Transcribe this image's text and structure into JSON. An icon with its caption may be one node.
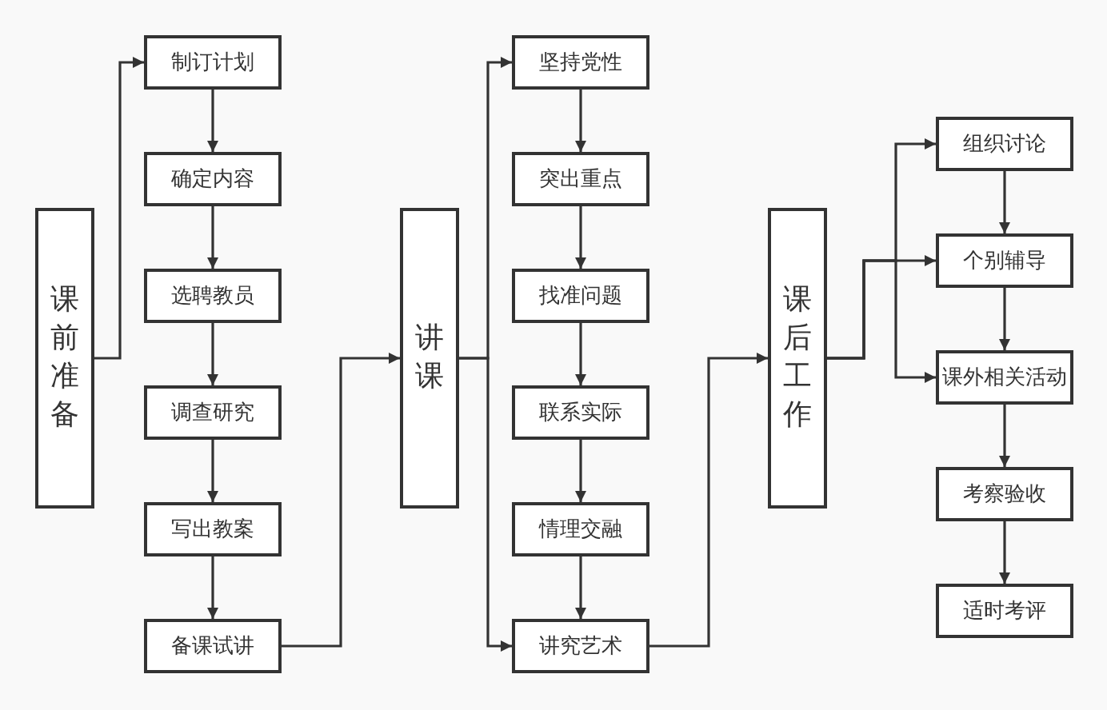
{
  "diagram": {
    "nodes": [
      {
        "text": [
          "课前准备"
        ]
      },
      {
        "text": [
          "制订计划"
        ]
      },
      {
        "text": [
          "确定内容"
        ]
      },
      {
        "text": [
          "选聘教员"
        ]
      },
      {
        "text": [
          "调查研究"
        ]
      },
      {
        "text": [
          "写出教案"
        ]
      },
      {
        "text": [
          "备课试讲"
        ]
      },
      {
        "text": [
          "讲课"
        ]
      },
      {
        "text": [
          "坚持党性"
        ]
      },
      {
        "text": [
          "突出重点"
        ]
      },
      {
        "text": [
          "找准问题"
        ]
      },
      {
        "text": [
          "联系实际"
        ]
      },
      {
        "text": [
          "情理交融"
        ]
      },
      {
        "text": [
          "讲究艺术"
        ]
      },
      {
        "text": [
          "课后工作"
        ]
      },
      {
        "text": [
          "组织讨论"
        ]
      },
      {
        "text": [
          "个别辅导"
        ]
      },
      {
        "text": [
          "课外相关活动"
        ]
      },
      {
        "text": [
          "考察验收"
        ]
      },
      {
        "text": [
          "适时考评"
        ]
      }
    ],
    "edges": [
      {
        "from": 0,
        "to": 1,
        "arrow": "to"
      },
      {
        "from": 1,
        "to": 2,
        "arrow": "to"
      },
      {
        "from": 2,
        "to": 3,
        "arrow": "to"
      },
      {
        "from": 3,
        "to": 4,
        "arrow": "to"
      },
      {
        "from": 4,
        "to": 5,
        "arrow": "to"
      },
      {
        "from": 5,
        "to": 6,
        "arrow": "to"
      },
      {
        "from": 6,
        "to": 7,
        "arrow": "to"
      },
      {
        "from": 7,
        "to": 8,
        "arrow": "to"
      },
      {
        "from": 7,
        "to": 13,
        "arrow": "to"
      },
      {
        "from": 8,
        "to": 9,
        "arrow": "to"
      },
      {
        "from": 9,
        "to": 10,
        "arrow": "to"
      },
      {
        "from": 10,
        "to": 11,
        "arrow": "to"
      },
      {
        "from": 11,
        "to": 12,
        "arrow": "to"
      },
      {
        "from": 12,
        "to": 13,
        "arrow": "to"
      },
      {
        "from": 13,
        "to": 14,
        "arrow": "to"
      },
      {
        "from": 14,
        "to": 15,
        "arrow": "to"
      },
      {
        "from": 14,
        "to": 16,
        "arrow": "to"
      },
      {
        "from": 14,
        "to": 17,
        "arrow": "to"
      },
      {
        "from": 15,
        "to": 16,
        "arrow": "to"
      },
      {
        "from": 16,
        "to": 17,
        "arrow": "to"
      },
      {
        "from": 17,
        "to": 18,
        "arrow": "to"
      },
      {
        "from": 18,
        "to": 19,
        "arrow": "to"
      }
    ]
  }
}
